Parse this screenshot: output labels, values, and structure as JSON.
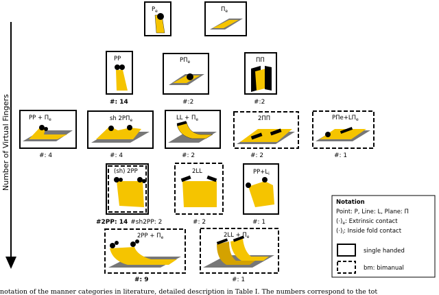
{
  "axis_label": "Number of Virtual Fingers",
  "row0": {
    "a_label": "P",
    "a_sub": "e",
    "b_label": "Π",
    "b_sub": "e"
  },
  "row1": {
    "a_label": "PP",
    "a_count": "#: 14",
    "b_label": "PΠ",
    "b_sub": "e",
    "b_count": "#:2",
    "c_label": "ΠΠ",
    "c_count": "#:2"
  },
  "row2": {
    "a_label": "PP  + Π",
    "a_sub": "e",
    "a_count": "#: 4",
    "b_label": "sh 2PΠ",
    "b_sub": "e",
    "b_count": "#: 4",
    "c_label": "LL  + Π",
    "c_sub": "e",
    "c_count": "#: 2",
    "d_label": "2ΠΠ",
    "d_count": "#: 2",
    "e_label": "PΠe+LΠ",
    "e_sub": "e",
    "e_count": "#: 1"
  },
  "row3": {
    "a_label": "(sh) 2PP",
    "a_count_bold": "#2PP: 14",
    "a_count_rest": "#sh2PP: 2",
    "b_label": "2LL",
    "b_count": "#: 2",
    "c_label": "PP+L",
    "c_sub": "i",
    "c_count": "#: 1"
  },
  "row4": {
    "a_label": "2PP + Π",
    "a_sub": "e",
    "a_count": "#: 9",
    "b_label": "2LL + Π",
    "b_sub": "e",
    "b_count": "#: 1"
  },
  "legend": {
    "title": "Notation",
    "line1": "Point: P, Line: L, Plane: Π",
    "line2_pre": "(·)",
    "line2_sub": "e",
    "line2_post": ": Extrinsic contact",
    "line3_pre": "(·)",
    "line3_sub": "i",
    "line3_post": ": Inside fold contact",
    "single": "single handed",
    "bimanual": "bm: bimanual"
  },
  "caption": "notation of the manner categories in literature, detailed description in Table I. The numbers correspond to the tot"
}
